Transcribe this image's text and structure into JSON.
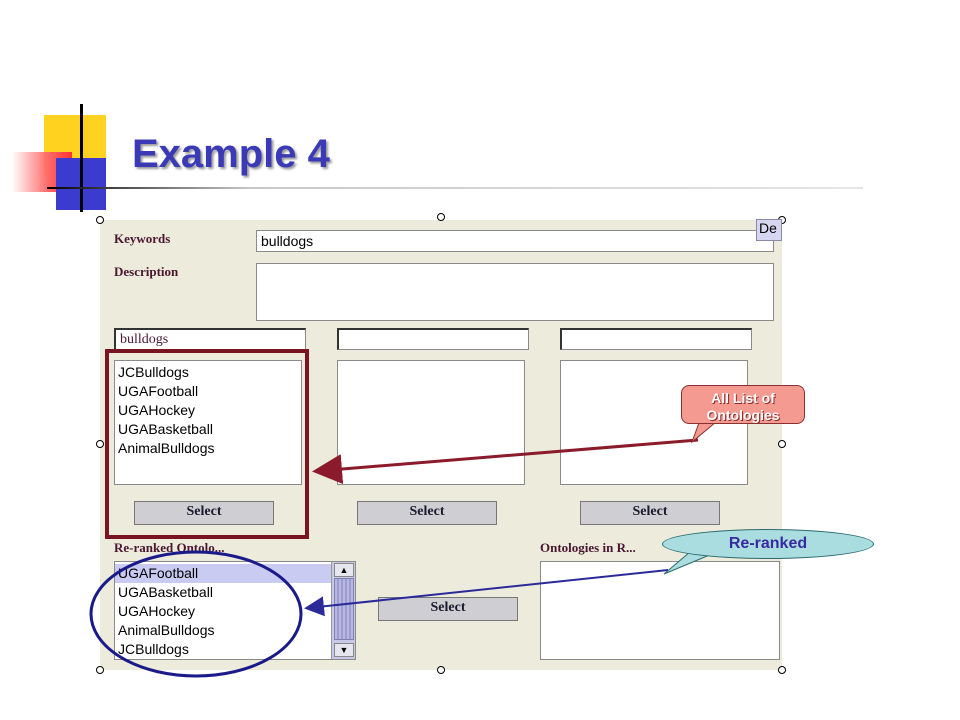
{
  "slide": {
    "title": "Example 4"
  },
  "form": {
    "keywords_label": "Keywords",
    "keywords_value": "bulldogs",
    "de_button": "De",
    "description_label": "Description",
    "description_value": "",
    "search_fields": [
      "bulldogs",
      "",
      ""
    ],
    "list1_items": [
      "JCBulldogs",
      "UGAFootball",
      "UGAHockey",
      "UGABasketball",
      "AnimalBulldogs"
    ],
    "select_label": "Select",
    "reranked_label": "Re-ranked Ontolo...",
    "reranked_items": [
      "UGAFootball",
      "UGABasketball",
      "UGAHockey",
      "AnimalBulldogs",
      "JCBulldogs"
    ],
    "ontologies_label": "Ontologies in R..."
  },
  "annotations": {
    "all_list_line1": "All List of",
    "all_list_line2": "Ontologies",
    "reranked": "Re-ranked"
  },
  "colors": {
    "title": "#3a3ab6",
    "panel_bg": "#ecebdc",
    "dark_red_box": "#7a1420",
    "navy_circle": "#1a1a8a",
    "red_arrow": "#8b1a2a",
    "blue_arrow": "#2a2a9a"
  }
}
